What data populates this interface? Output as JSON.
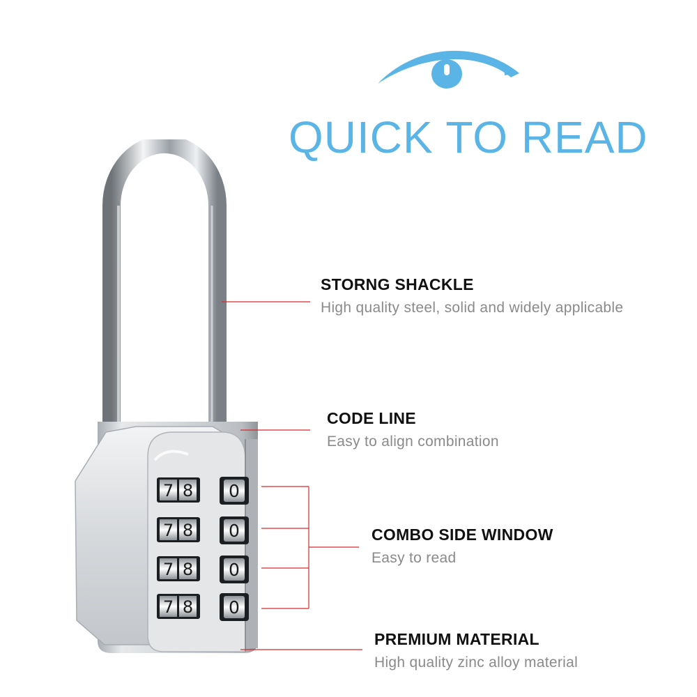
{
  "headline": "QUICK TO READ",
  "colors": {
    "accent": "#5ab5e6",
    "leader": "#d9292b",
    "metal": "#c9ccd0"
  },
  "icons": {
    "eye": "eye-icon",
    "product": "padlock-image"
  },
  "lock_digits": [
    {
      "left": [
        "7",
        "8"
      ],
      "right": "0"
    },
    {
      "left": [
        "7",
        "8"
      ],
      "right": "0"
    },
    {
      "left": [
        "7",
        "8"
      ],
      "right": "0"
    },
    {
      "left": [
        "7",
        "8"
      ],
      "right": "0"
    }
  ],
  "features": [
    {
      "title": "STORNG SHACKLE",
      "desc": "High quality steel, solid and widely applicable"
    },
    {
      "title": "CODE LINE",
      "desc": "Easy to align combination"
    },
    {
      "title": "COMBO SIDE WINDOW",
      "desc": "Easy to read"
    },
    {
      "title": "PREMIUM MATERIAL",
      "desc": "High quality zinc alloy material"
    }
  ]
}
